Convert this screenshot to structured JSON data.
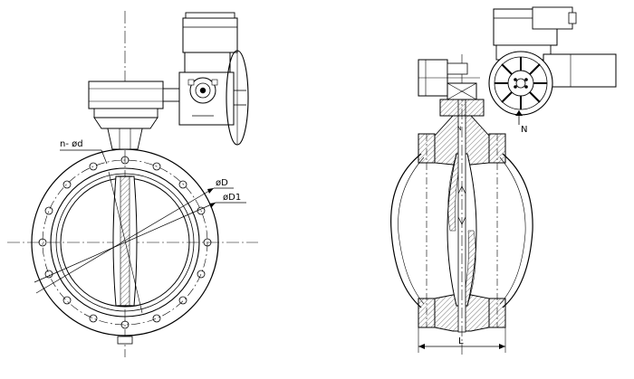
{
  "labels": {
    "bolt_holes": "n- ød",
    "diameter_d": "øD",
    "diameter_d1": "øD1",
    "length": "L",
    "arrow_n": "N",
    "arrow_n_small": "N"
  },
  "colors": {
    "line": "#000000",
    "hatch": "#555555",
    "fill_light": "#eeeeee",
    "background": "#ffffff"
  }
}
